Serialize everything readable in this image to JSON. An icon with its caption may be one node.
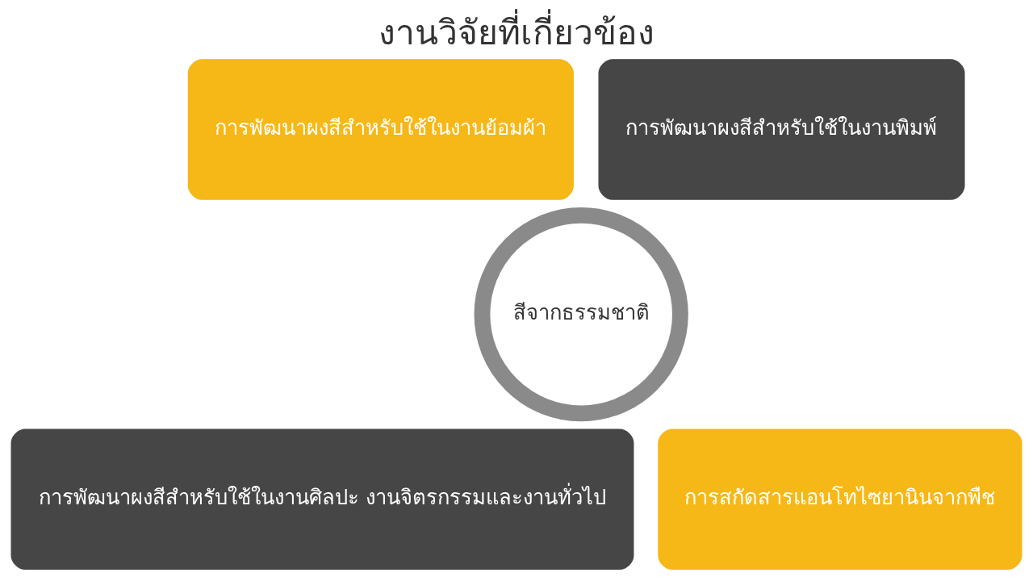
{
  "diagram": {
    "title": "งานวิจัยที่เกี่ยวข้อง",
    "nodes": [
      {
        "text": [
          "การพัฒนาผงสีสำหรับใช้ในงานย้อมผ้า"
        ]
      },
      {
        "text": [
          "การพัฒนาผงสีสำหรับใช้ในงานพิมพ์"
        ]
      },
      {
        "text": [
          "สีจากธรรมชาติ"
        ]
      },
      {
        "text": [
          "การพัฒนาผงสีสำหรับใช้ในงานศิลปะ งานจิตรกรรมและงานทั่วไป"
        ]
      },
      {
        "text": [
          "การสกัดสารแอนโทไซยานินจากพืช"
        ]
      }
    ],
    "edges": []
  }
}
